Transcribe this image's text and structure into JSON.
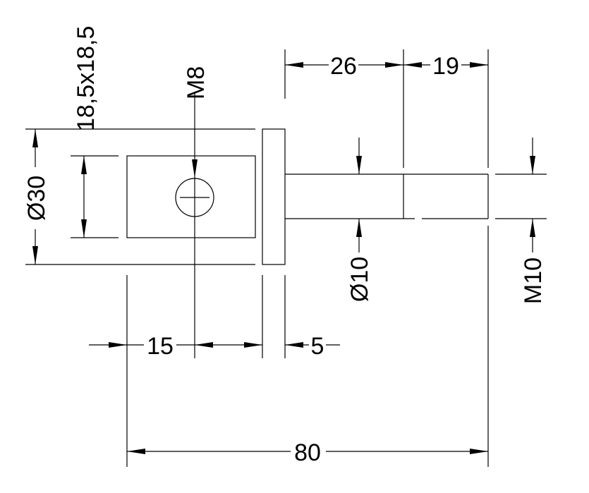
{
  "drawing": {
    "dims": {
      "d26": "26",
      "d19": "19",
      "m8": "M8",
      "sq": "18,5x18,5",
      "dia30": "Ø30",
      "dia10": "Ø10",
      "m10": "M10",
      "d15": "15",
      "d5": "5",
      "d80": "80"
    }
  }
}
